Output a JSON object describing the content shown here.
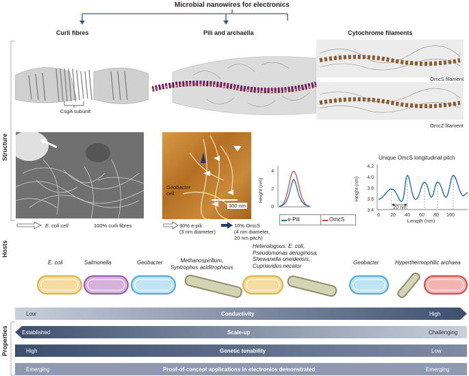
{
  "title": "Microbial nanowires for electronics",
  "columns": {
    "curli": "Curli fibres",
    "pili": "Pili and archaella",
    "cytochrome": "Cytochrome filaments"
  },
  "side_labels": {
    "structure": "Structure",
    "hosts": "Hosts",
    "properties": "Properties"
  },
  "structure": {
    "csga_label": "CsgA subunit",
    "omcs_filament": "OmcS filament",
    "omcz_filament": "OmcZ filament",
    "curli_legend_cell": "E. coli cell",
    "curli_legend_fibres": "100% curli fibres",
    "afm_cell_label_1": "Geobacter",
    "afm_cell_label_2": "cell",
    "afm_scale": "300 nm",
    "pili_legend_a_1": "90% e-pili",
    "pili_legend_a_2": "(3 nm diameter)",
    "pili_legend_b_1": "10% OmcS",
    "pili_legend_b_2": "(4 nm diameter,",
    "pili_legend_b_3": "20 nm pitch)"
  },
  "height_chart": {
    "ylabel": "Height (nm)",
    "ticks": [
      "0",
      "2",
      "4"
    ],
    "legend": [
      "e-Pili",
      "OmcS"
    ],
    "colors": {
      "e_pili": "#1f6fa8",
      "omcs": "#d9443c"
    }
  },
  "pitch_chart": {
    "title": "Unique OmcS longitudinal pitch",
    "ylabel": "Height (nm)",
    "xlabel": "Length (nm)",
    "yticks": [
      "3.4",
      "3.6",
      "3.8",
      "4.0",
      "4.2"
    ],
    "xticks": [
      "0",
      "20",
      "40",
      "60",
      "80",
      "100"
    ],
    "annotation": "20 nm",
    "color": "#1f6fa8"
  },
  "hosts": [
    {
      "text": "E. coli",
      "color": "#f7dca0",
      "border": "#e0b040"
    },
    {
      "text": "Salmonella",
      "color": "#d8b0dc",
      "border": "#9b59a8"
    },
    {
      "text": "Geobacter",
      "color": "#bfe4f5",
      "border": "#4aa6d8"
    },
    {
      "text": "Methanospirillum,\nSyntrophus aciditrophicus",
      "color": "#d4d3b4",
      "border": "#8e8c6a"
    },
    {
      "text": "Heterologous: E. coli,\nPseudomonas aeruginosa,\nShewanella oneidensis,\nCupriavidus necator",
      "color": "#f7dca0",
      "border": "#e0b040"
    },
    {
      "text": "Geobacter",
      "color": "#bfe4f5",
      "border": "#4aa6d8"
    },
    {
      "text": "Hyperthermophilic archaea",
      "color": "#f6b3b0",
      "border": "#d9443c"
    }
  ],
  "properties": [
    {
      "left": "Low",
      "center": "Conductivity",
      "right": "High"
    },
    {
      "left": "Established",
      "center": "Scale-up",
      "right": "Challenging"
    },
    {
      "left": "High",
      "center": "Genetic tunability",
      "right": "Low"
    },
    {
      "left": "Emerging",
      "center": "Proof-of-concept applications in electronics demonstrated",
      "right": "Emerging"
    }
  ]
}
